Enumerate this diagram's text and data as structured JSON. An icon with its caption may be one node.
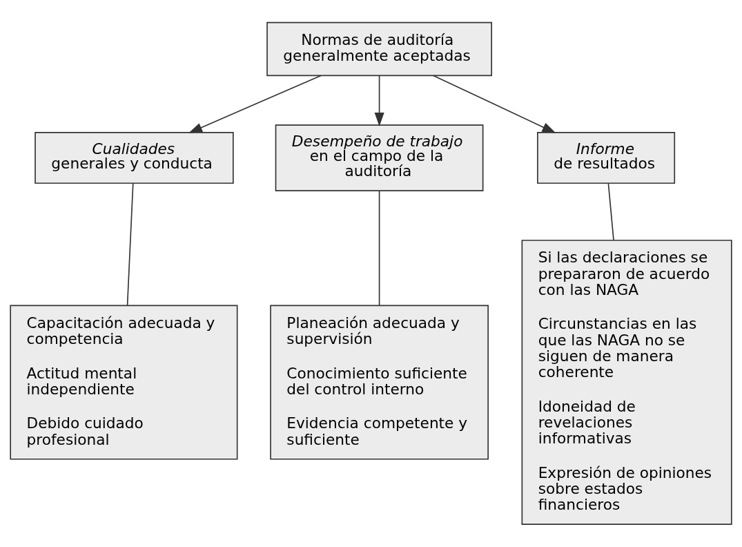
{
  "diagram": {
    "nodes": [
      {
        "text": [
          "Normas de auditoría generalmente aceptadas"
        ]
      },
      {
        "text": [
          "Cualidades",
          "generales y conducta"
        ]
      },
      {
        "text": [
          "Desempeño de trabajo",
          "en el campo de la auditoría"
        ]
      },
      {
        "text": [
          "Informe",
          "de resultados"
        ]
      },
      {
        "text": [
          "Capacitación adecuada y competencia",
          "Actitud mental independiente",
          "Debido cuidado profesional"
        ]
      },
      {
        "text": [
          "Planeación adecuada y supervisión",
          "Conocimiento suficiente del control interno",
          "Evidencia competente y suficiente"
        ]
      },
      {
        "text": [
          "Si las declaraciones se prepararon de acuerdo con las NAGA",
          "Circunstancias en las que las NAGA no se siguen de manera coherente",
          "Idoneidad de revelaciones informativas",
          "Expresión de opiniones sobre estados financieros"
        ]
      }
    ],
    "edges": [
      {
        "from": 0,
        "to": 1,
        "arrow": "to"
      },
      {
        "from": 0,
        "to": 2,
        "arrow": "to"
      },
      {
        "from": 0,
        "to": 3,
        "arrow": "to"
      },
      {
        "from": 1,
        "to": 4,
        "arrow": "none"
      },
      {
        "from": 2,
        "to": 5,
        "arrow": "none"
      },
      {
        "from": 3,
        "to": 6,
        "arrow": "none"
      }
    ]
  }
}
